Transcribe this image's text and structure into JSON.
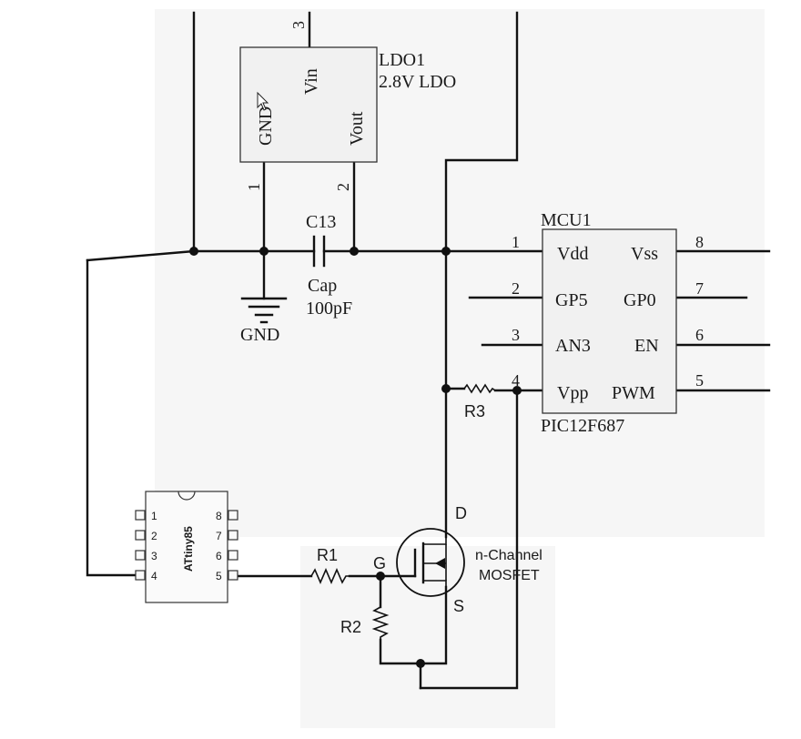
{
  "ldo": {
    "ref": "LDO1",
    "value": "2.8V LDO",
    "pin_vin": "Vin",
    "pin_gnd": "GND",
    "pin_vout": "Vout",
    "pin_num_vin": "3",
    "pin_num_gnd": "1",
    "pin_num_vout": "2"
  },
  "cap": {
    "ref": "C13",
    "type": "Cap",
    "value": "100pF"
  },
  "gnd": {
    "label": "GND"
  },
  "mcu": {
    "ref": "MCU1",
    "part": "PIC12F687",
    "pins": {
      "p1": {
        "num": "1",
        "name": "Vdd"
      },
      "p2": {
        "num": "2",
        "name": "GP5"
      },
      "p3": {
        "num": "3",
        "name": "AN3"
      },
      "p4": {
        "num": "4",
        "name": "Vpp"
      },
      "p5": {
        "num": "5",
        "name": "PWM"
      },
      "p6": {
        "num": "6",
        "name": "EN"
      },
      "p7": {
        "num": "7",
        "name": "GP0"
      },
      "p8": {
        "num": "8",
        "name": "Vss"
      }
    }
  },
  "resistors": {
    "r1": "R1",
    "r2": "R2",
    "r3": "R3"
  },
  "mosfet": {
    "d": "D",
    "g": "G",
    "s": "S",
    "label1": "n-Channel",
    "label2": "MOSFET"
  },
  "attiny": {
    "name": "ATtiny85",
    "pins": [
      "1",
      "2",
      "3",
      "4",
      "5",
      "6",
      "7",
      "8"
    ]
  }
}
